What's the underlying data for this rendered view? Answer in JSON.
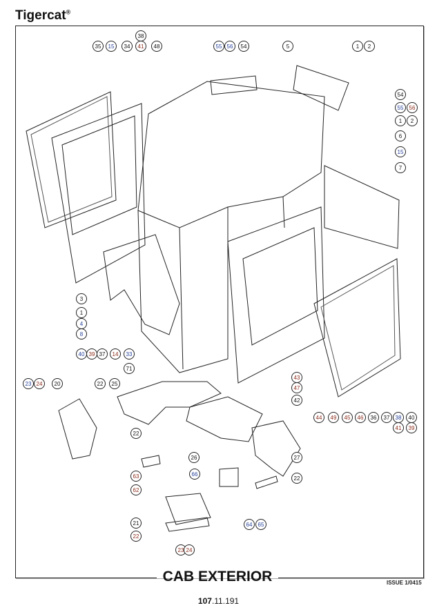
{
  "header": {
    "brand": "Tigercat",
    "brand_mark": "®"
  },
  "footer": {
    "title": "CAB EXTERIOR",
    "issue": "ISSUE 1/0415",
    "page_bold": "107",
    "page_rest": ".11.191"
  },
  "colors": {
    "black": "#111111",
    "blue": "#24409a",
    "red": "#8a2a18"
  },
  "callouts": [
    {
      "n": "38",
      "c": "black"
    },
    {
      "n": "35",
      "c": "black"
    },
    {
      "n": "15",
      "c": "blue"
    },
    {
      "n": "34",
      "c": "black"
    },
    {
      "n": "41",
      "c": "red"
    },
    {
      "n": "48",
      "c": "black"
    },
    {
      "n": "55",
      "c": "blue"
    },
    {
      "n": "56",
      "c": "blue"
    },
    {
      "n": "54",
      "c": "black"
    },
    {
      "n": "5",
      "c": "black"
    },
    {
      "n": "1",
      "c": "black"
    },
    {
      "n": "2",
      "c": "black"
    },
    {
      "n": "54",
      "c": "black"
    },
    {
      "n": "55",
      "c": "blue"
    },
    {
      "n": "56",
      "c": "red"
    },
    {
      "n": "1",
      "c": "black"
    },
    {
      "n": "2",
      "c": "black"
    },
    {
      "n": "6",
      "c": "black"
    },
    {
      "n": "15",
      "c": "blue"
    },
    {
      "n": "7",
      "c": "black"
    },
    {
      "n": "3",
      "c": "black"
    },
    {
      "n": "1",
      "c": "black"
    },
    {
      "n": "4",
      "c": "blue"
    },
    {
      "n": "8",
      "c": "blue"
    },
    {
      "n": "40",
      "c": "blue"
    },
    {
      "n": "39",
      "c": "red"
    },
    {
      "n": "37",
      "c": "black"
    },
    {
      "n": "14",
      "c": "red"
    },
    {
      "n": "33",
      "c": "blue"
    },
    {
      "n": "71",
      "c": "black"
    },
    {
      "n": "43",
      "c": "red"
    },
    {
      "n": "47",
      "c": "red"
    },
    {
      "n": "42",
      "c": "black"
    },
    {
      "n": "44",
      "c": "red"
    },
    {
      "n": "49",
      "c": "red"
    },
    {
      "n": "45",
      "c": "red"
    },
    {
      "n": "46",
      "c": "red"
    },
    {
      "n": "36",
      "c": "black"
    },
    {
      "n": "37",
      "c": "black"
    },
    {
      "n": "38",
      "c": "blue"
    },
    {
      "n": "40",
      "c": "black"
    },
    {
      "n": "41",
      "c": "red"
    },
    {
      "n": "39",
      "c": "red"
    },
    {
      "n": "23",
      "c": "blue"
    },
    {
      "n": "24",
      "c": "red"
    },
    {
      "n": "20",
      "c": "black"
    },
    {
      "n": "22",
      "c": "black"
    },
    {
      "n": "25",
      "c": "black"
    },
    {
      "n": "22",
      "c": "black"
    },
    {
      "n": "26",
      "c": "black"
    },
    {
      "n": "27",
      "c": "black"
    },
    {
      "n": "66",
      "c": "blue"
    },
    {
      "n": "22",
      "c": "black"
    },
    {
      "n": "63",
      "c": "red"
    },
    {
      "n": "62",
      "c": "red"
    },
    {
      "n": "64",
      "c": "blue"
    },
    {
      "n": "65",
      "c": "blue"
    },
    {
      "n": "21",
      "c": "black"
    },
    {
      "n": "22",
      "c": "red"
    },
    {
      "n": "23",
      "c": "red"
    },
    {
      "n": "24",
      "c": "red"
    }
  ]
}
